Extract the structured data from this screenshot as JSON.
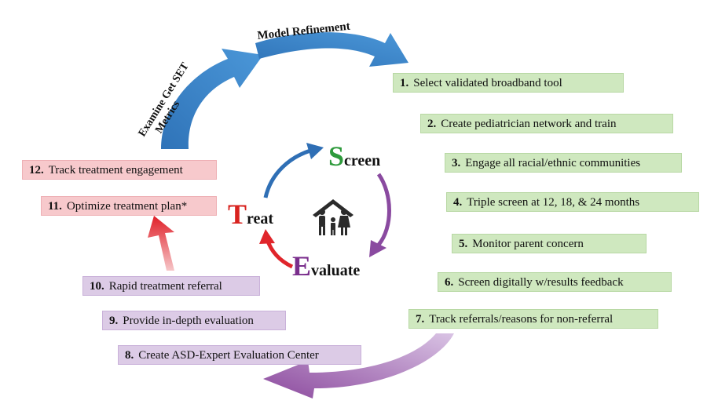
{
  "outer_arrows": {
    "top_left_label": "Examine Get SET Metrics",
    "top_right_label": "Model Refinement"
  },
  "cycle": {
    "screen": {
      "initial": "S",
      "rest": "creen",
      "color": "#2e9a3c"
    },
    "evaluate": {
      "initial": "E",
      "rest": "valuate",
      "color": "#7a2e8c"
    },
    "treat": {
      "initial": "T",
      "rest": "reat",
      "color": "#d8231f"
    },
    "center_icon": "family-icon"
  },
  "steps": [
    {
      "num": "1.",
      "text": "Select validated broadband tool",
      "group": "screen"
    },
    {
      "num": "2.",
      "text": "Create pediatrician network and train",
      "group": "screen"
    },
    {
      "num": "3.",
      "text": "Engage all racial/ethnic communities",
      "group": "screen"
    },
    {
      "num": "4.",
      "text": "Triple screen at 12, 18, & 24 months",
      "group": "screen"
    },
    {
      "num": "5.",
      "text": "Monitor parent concern",
      "group": "screen"
    },
    {
      "num": "6.",
      "text": "Screen digitally w/results feedback",
      "group": "screen"
    },
    {
      "num": "7.",
      "text": "Track referrals/reasons for non-referral",
      "group": "screen"
    },
    {
      "num": "8.",
      "text": "Create ASD-Expert Evaluation Center",
      "group": "evaluate"
    },
    {
      "num": "9.",
      "text": "Provide in-depth evaluation",
      "group": "evaluate"
    },
    {
      "num": "10.",
      "text": "Rapid treatment referral",
      "group": "evaluate"
    },
    {
      "num": "11.",
      "text": "Optimize treatment plan*",
      "group": "treat"
    },
    {
      "num": "12.",
      "text": "Track treatment engagement",
      "group": "treat"
    }
  ],
  "colors": {
    "screen_box": "#cfe8bf",
    "evaluate_box": "#dccbe6",
    "treat_box": "#f7c9cc",
    "blue_arrow": "#3f86c8",
    "purple_arrow": "#9a5aa8",
    "red_arrow": "#e3232b"
  }
}
